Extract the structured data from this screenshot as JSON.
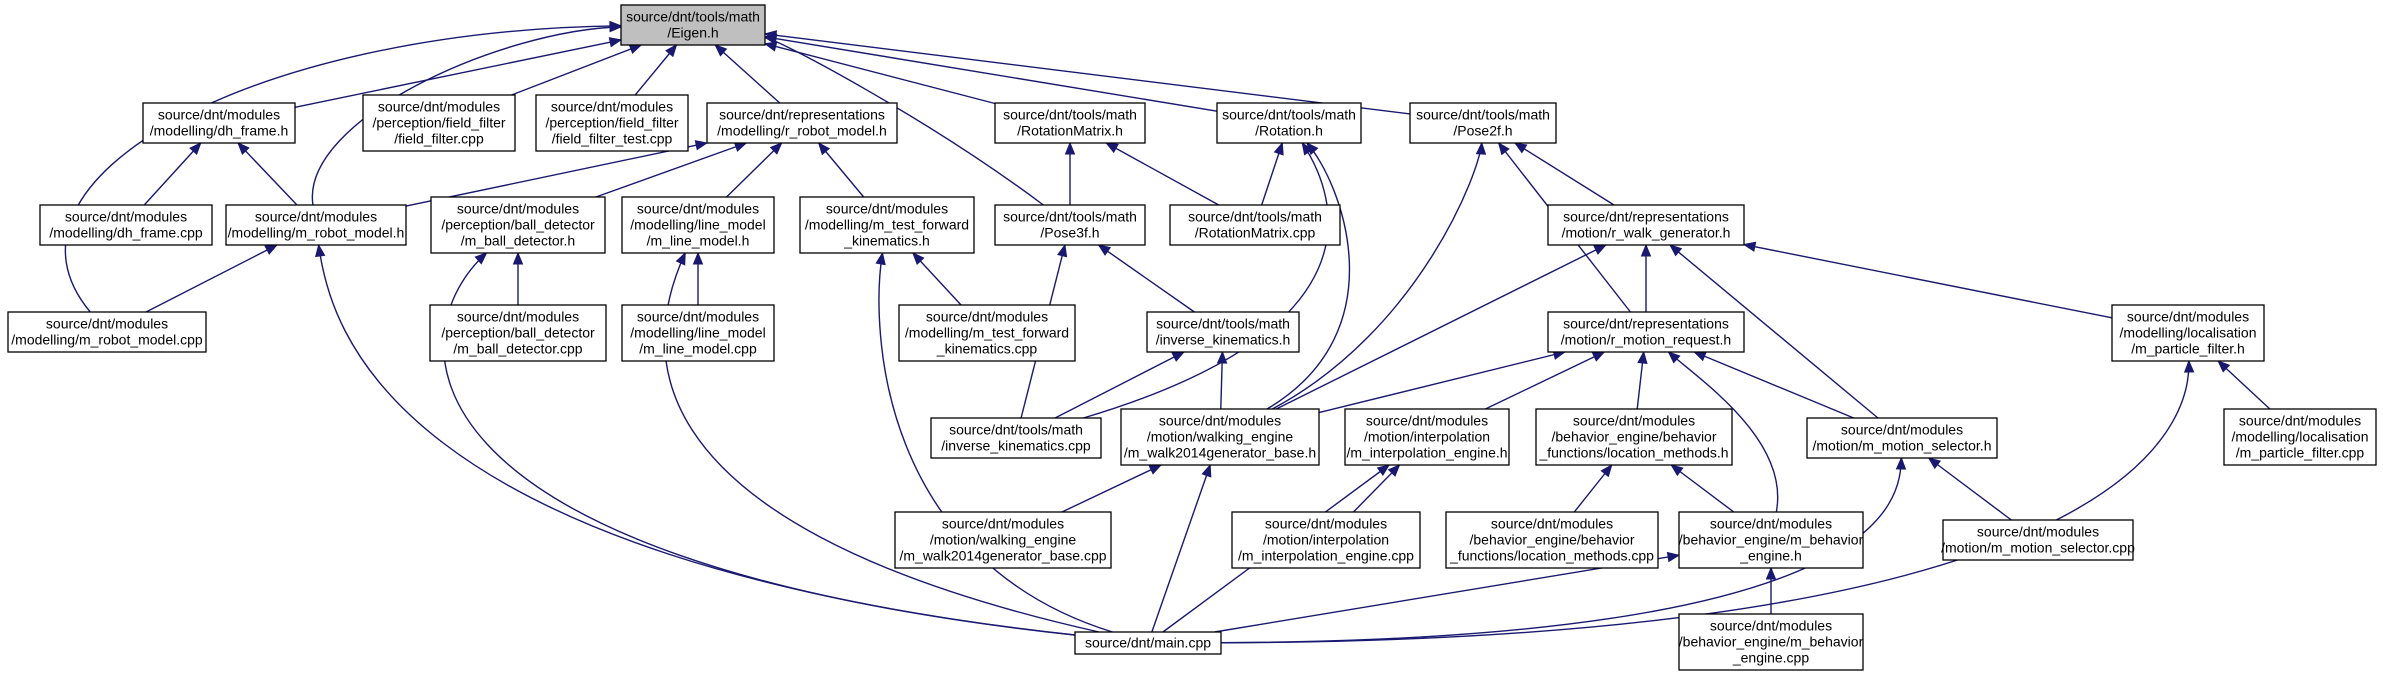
{
  "diagram": {
    "colors": {
      "edge": "#191970",
      "root_fill": "#bfbfbf",
      "node_fill": "#ffffff",
      "border": "#000000"
    },
    "nodes": [
      {
        "id": "eigen",
        "lines": [
          "source/dnt/tools/math",
          "/Eigen.h"
        ],
        "root": true
      },
      {
        "id": "dh_frame_h",
        "lines": [
          "source/dnt/modules",
          "/modelling/dh_frame.h"
        ]
      },
      {
        "id": "field_filter_cpp",
        "lines": [
          "source/dnt/modules",
          "/perception/field_filter",
          "/field_filter.cpp"
        ]
      },
      {
        "id": "field_filter_test_cpp",
        "lines": [
          "source/dnt/modules",
          "/perception/field_filter",
          "/field_filter_test.cpp"
        ]
      },
      {
        "id": "r_robot_model_h",
        "lines": [
          "source/dnt/representations",
          "/modelling/r_robot_model.h"
        ]
      },
      {
        "id": "rotation_matrix_h",
        "lines": [
          "source/dnt/tools/math",
          "/RotationMatrix.h"
        ]
      },
      {
        "id": "rotation_h",
        "lines": [
          "source/dnt/tools/math",
          "/Rotation.h"
        ]
      },
      {
        "id": "pose2f_h",
        "lines": [
          "source/dnt/tools/math",
          "/Pose2f.h"
        ]
      },
      {
        "id": "dh_frame_cpp",
        "lines": [
          "source/dnt/modules",
          "/modelling/dh_frame.cpp"
        ]
      },
      {
        "id": "m_robot_model_h",
        "lines": [
          "source/dnt/modules",
          "/modelling/m_robot_model.h"
        ]
      },
      {
        "id": "m_ball_detector_h",
        "lines": [
          "source/dnt/modules",
          "/perception/ball_detector",
          "/m_ball_detector.h"
        ]
      },
      {
        "id": "m_line_model_h",
        "lines": [
          "source/dnt/modules",
          "/modelling/line_model",
          "/m_line_model.h"
        ]
      },
      {
        "id": "m_test_fk_h",
        "lines": [
          "source/dnt/modules",
          "/modelling/m_test_forward",
          "_kinematics.h"
        ]
      },
      {
        "id": "pose3f_h",
        "lines": [
          "source/dnt/tools/math",
          "/Pose3f.h"
        ]
      },
      {
        "id": "rotation_matrix_cpp",
        "lines": [
          "source/dnt/tools/math",
          "/RotationMatrix.cpp"
        ]
      },
      {
        "id": "r_walk_generator_h",
        "lines": [
          "source/dnt/representations",
          "/motion/r_walk_generator.h"
        ]
      },
      {
        "id": "m_robot_model_cpp",
        "lines": [
          "source/dnt/modules",
          "/modelling/m_robot_model.cpp"
        ]
      },
      {
        "id": "m_ball_detector_cpp",
        "lines": [
          "source/dnt/modules",
          "/perception/ball_detector",
          "/m_ball_detector.cpp"
        ]
      },
      {
        "id": "m_line_model_cpp",
        "lines": [
          "source/dnt/modules",
          "/modelling/line_model",
          "/m_line_model.cpp"
        ]
      },
      {
        "id": "m_test_fk_cpp",
        "lines": [
          "source/dnt/modules",
          "/modelling/m_test_forward",
          "_kinematics.cpp"
        ]
      },
      {
        "id": "inverse_kinematics_h",
        "lines": [
          "source/dnt/tools/math",
          "/inverse_kinematics.h"
        ]
      },
      {
        "id": "r_motion_request_h",
        "lines": [
          "source/dnt/representations",
          "/motion/r_motion_request.h"
        ]
      },
      {
        "id": "m_particle_filter_h",
        "lines": [
          "source/dnt/modules",
          "/modelling/localisation",
          "/m_particle_filter.h"
        ]
      },
      {
        "id": "inverse_kinematics_cpp",
        "lines": [
          "source/dnt/tools/math",
          "/inverse_kinematics.cpp"
        ]
      },
      {
        "id": "m_walk2014_h",
        "lines": [
          "source/dnt/modules",
          "/motion/walking_engine",
          "/m_walk2014generator_base.h"
        ]
      },
      {
        "id": "m_interpolation_h",
        "lines": [
          "source/dnt/modules",
          "/motion/interpolation",
          "/m_interpolation_engine.h"
        ]
      },
      {
        "id": "location_methods_h",
        "lines": [
          "source/dnt/modules",
          "/behavior_engine/behavior",
          "_functions/location_methods.h"
        ]
      },
      {
        "id": "m_motion_selector_h",
        "lines": [
          "source/dnt/modules",
          "/motion/m_motion_selector.h"
        ]
      },
      {
        "id": "m_particle_filter_cpp",
        "lines": [
          "source/dnt/modules",
          "/modelling/localisation",
          "/m_particle_filter.cpp"
        ]
      },
      {
        "id": "m_walk2014_cpp",
        "lines": [
          "source/dnt/modules",
          "/motion/walking_engine",
          "/m_walk2014generator_base.cpp"
        ]
      },
      {
        "id": "m_interpolation_cpp",
        "lines": [
          "source/dnt/modules",
          "/motion/interpolation",
          "/m_interpolation_engine.cpp"
        ]
      },
      {
        "id": "location_methods_cpp",
        "lines": [
          "source/dnt/modules",
          "/behavior_engine/behavior",
          "_functions/location_methods.cpp"
        ]
      },
      {
        "id": "m_behavior_engine_h",
        "lines": [
          "source/dnt/modules",
          "/behavior_engine/m_behavior",
          "_engine.h"
        ]
      },
      {
        "id": "m_motion_selector_cpp",
        "lines": [
          "source/dnt/modules",
          "/motion/m_motion_selector.cpp"
        ]
      },
      {
        "id": "main_cpp",
        "lines": [
          "source/dnt/main.cpp"
        ]
      },
      {
        "id": "m_behavior_engine_cpp",
        "lines": [
          "source/dnt/modules",
          "/behavior_engine/m_behavior",
          "_engine.cpp"
        ]
      }
    ]
  }
}
